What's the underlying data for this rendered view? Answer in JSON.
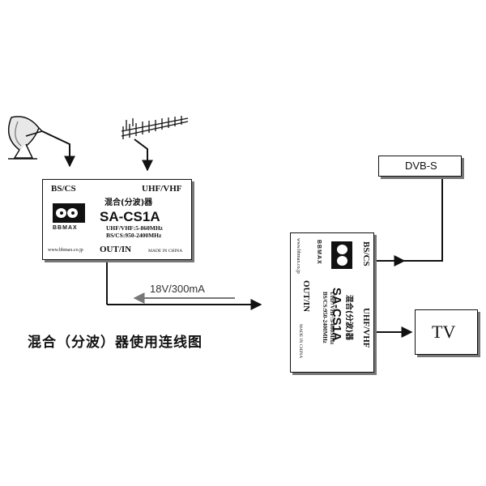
{
  "device1": {
    "port_bscs": "BS/CS",
    "port_uhf": "UHF/VHF",
    "model_cn": "混合(分波)器",
    "model": "SA-CS1A",
    "spec1": "UHF/VHF:5-860MHz",
    "spec2": "BS/CS:950-2400MHz",
    "brand": "BBMAX",
    "website": "www.bbmax.co.jp",
    "port_out": "OUT/IN",
    "made_in": "MADE IN CHINA"
  },
  "device2": {
    "port_bscs": "BS/CS",
    "port_uhf": "UHF/VHF",
    "model_cn": "混合(分波)器",
    "model": "SA-CS1A",
    "spec1": "UHF/VHF:5-860MHz",
    "spec2": "BS/CS:950-2400MHz",
    "brand": "BBMAX",
    "website": "www.bbmax.co.jp",
    "port_out": "OUT/IN",
    "made_in": "MADE IN CHINA"
  },
  "cable_label": "18V/300mA",
  "dvb_label": "DVB-S",
  "tv_label": "TV",
  "caption": "混合（分波）器使用连线图",
  "icons": [
    "satellite-dish-icon",
    "yagi-antenna-icon"
  ]
}
